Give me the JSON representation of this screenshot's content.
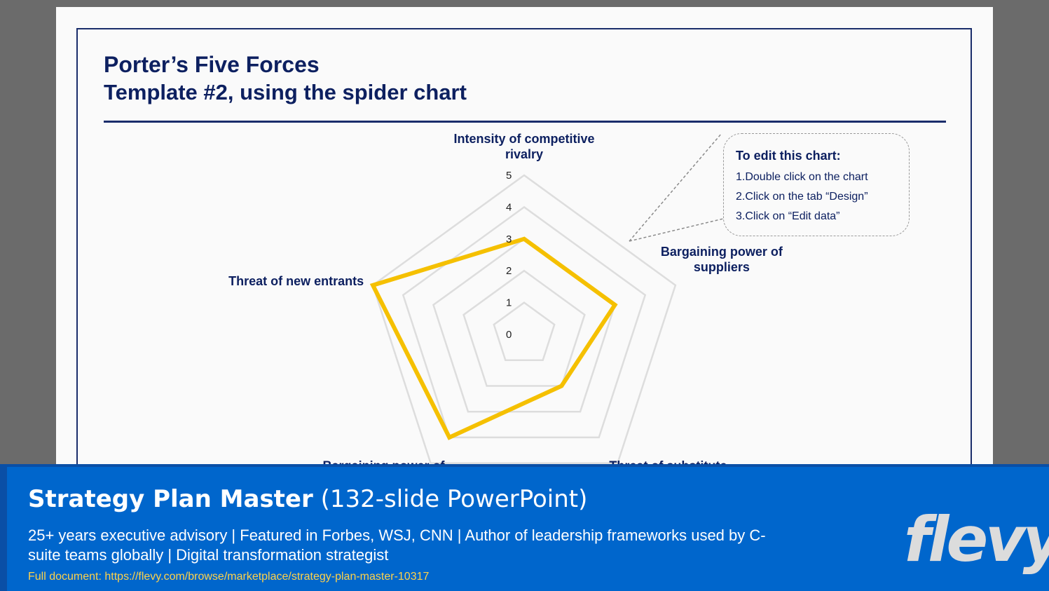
{
  "slide": {
    "title": "Porter’s Five Forces",
    "subtitle": "Template #2, using the spider chart"
  },
  "callout": {
    "title": "To edit this chart:",
    "steps": [
      "1.Double click on the chart",
      "2.Click on the tab “Design”",
      "3.Click on “Edit data”"
    ]
  },
  "chart_data": {
    "type": "radar",
    "categories": [
      "Intensity of competitive rivalry",
      "Bargaining power of suppliers",
      "Threat of substitute",
      "Bargaining power of",
      "Threat of new entrants"
    ],
    "label_lines": [
      [
        "Intensity of competitive",
        "rivalry"
      ],
      [
        "Bargaining power of",
        "suppliers"
      ],
      [
        "Threat of substitute"
      ],
      [
        "Bargaining power of"
      ],
      [
        "Threat of new entrants"
      ]
    ],
    "values": [
      3,
      3,
      2,
      4,
      5
    ],
    "rlim": [
      0,
      5
    ],
    "ticks": [
      0,
      1,
      2,
      3,
      4,
      5
    ],
    "grid": true,
    "colors": {
      "series": "#f5c000",
      "grid": "#dddddd"
    }
  },
  "banner": {
    "title_bold": "Strategy Plan Master",
    "title_rest": " (132-slide PowerPoint)",
    "description": "25+ years executive advisory | Featured in Forbes, WSJ, CNN | Author of leadership frameworks used by C-suite teams globally | Digital transformation strategist",
    "link": "Full document: https://flevy.com/browse/marketplace/strategy-plan-master-10317",
    "logo": "flevy"
  }
}
